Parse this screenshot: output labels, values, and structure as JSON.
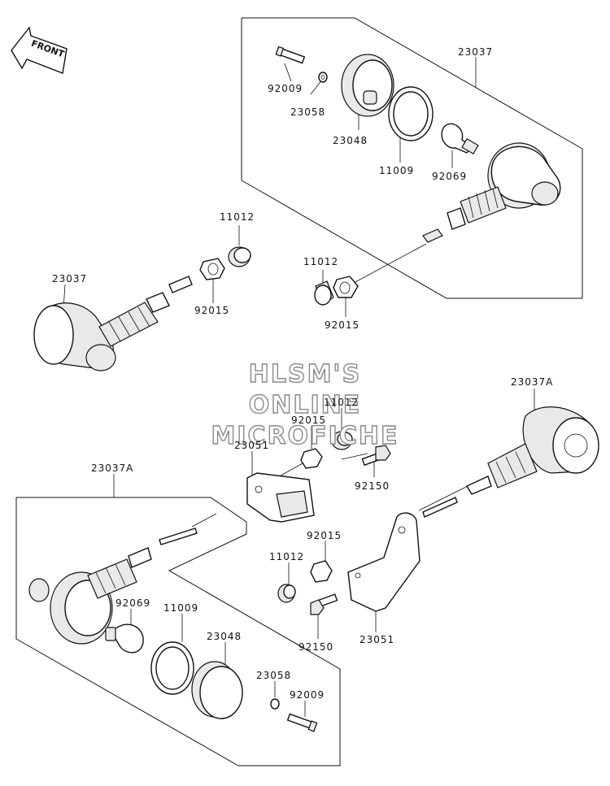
{
  "direction_marker": {
    "text": "FRONT"
  },
  "watermark": {
    "line1": "HLSM'S",
    "line2": "ONLINE",
    "line3": "MICROFICHE"
  },
  "labels": {
    "top_box_assembly": "23037",
    "top_screw": "92009",
    "top_washer": "23058",
    "top_lens": "23048",
    "top_gasket": "11009",
    "top_bulb": "92069",
    "top_right_bushing": "11012",
    "top_right_nut": "92015",
    "left_bushing": "11012",
    "left_assembly": "23037",
    "left_nut": "92015",
    "center_nut": "92015",
    "center_bushing": "11012",
    "left_bracket": "23051",
    "right_assembly": "23037A",
    "bracket_bolt_upper": "92150",
    "bottom_box_assembly": "23037A",
    "right_lower_nut": "92015",
    "right_lower_bushing": "11012",
    "bottom_bulb": "92069",
    "bottom_gasket": "11009",
    "bottom_lens": "23048",
    "bracket_bolt_lower": "92150",
    "right_bracket": "23051",
    "bottom_washer": "23058",
    "bottom_screw": "92009"
  }
}
